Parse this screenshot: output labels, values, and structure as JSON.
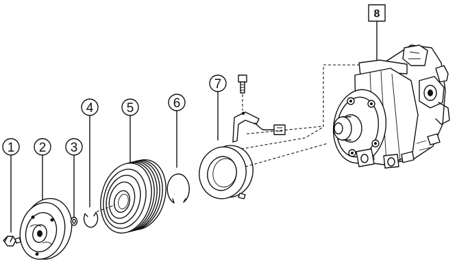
{
  "callouts": [
    {
      "id": "1",
      "label": "1",
      "part": "bolt"
    },
    {
      "id": "2",
      "label": "2",
      "part": "pressure-plate"
    },
    {
      "id": "3",
      "label": "3",
      "part": "shim"
    },
    {
      "id": "4",
      "label": "4",
      "part": "snap-ring-small"
    },
    {
      "id": "5",
      "label": "5",
      "part": "pulley"
    },
    {
      "id": "6",
      "label": "6",
      "part": "snap-ring-large"
    },
    {
      "id": "7",
      "label": "7",
      "part": "stator-coil"
    },
    {
      "id": "8",
      "label": "8",
      "part": "compressor"
    }
  ],
  "colors": {
    "line": "#111111",
    "background": "#ffffff"
  }
}
